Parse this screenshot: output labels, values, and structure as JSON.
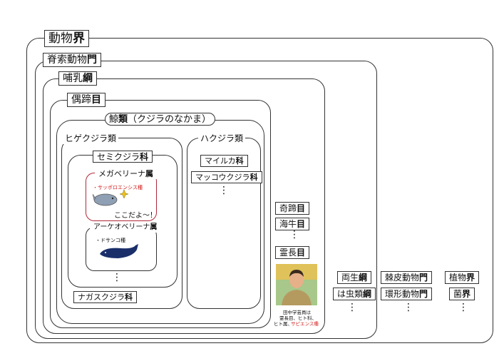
{
  "kingdom": {
    "name": "動物",
    "rank": "界"
  },
  "phylum": {
    "name": "脊索動物",
    "rank": "門"
  },
  "class": {
    "name": "哺乳",
    "rank": "綱"
  },
  "order": {
    "name": "偶蹄",
    "rank": "目"
  },
  "whales": {
    "name": "鯨",
    "rank": "類",
    "note": "（クジラのなかま）"
  },
  "baleen": {
    "label": "ヒゲクジラ類"
  },
  "toothed": {
    "label": "ハクジラ類"
  },
  "right_whale": {
    "name": "セミクジラ",
    "rank": "科"
  },
  "megabalaena": {
    "name": "メガベリーナ",
    "rank": "属",
    "species": "・サッポロエンシス種",
    "speech": "ここだよ～！"
  },
  "archaeobalaena": {
    "name": "アーケオベリーナ",
    "rank": "属",
    "species": "・ドサンコ種"
  },
  "rorqual": {
    "name": "ナガスクジラ",
    "rank": "科"
  },
  "dolphin": {
    "name": "マイルカ",
    "rank": "科"
  },
  "sperm": {
    "name": "マッコウクジラ",
    "rank": "科"
  },
  "orders": [
    {
      "name": "奇蹄",
      "rank": "目"
    },
    {
      "name": "海牛",
      "rank": "目"
    },
    {
      "name": "霊長",
      "rank": "目"
    }
  ],
  "caption": {
    "line1": "田中学芸員は",
    "line2": "霊長目、ヒト科、",
    "line3": "ヒト属、",
    "line3_red": "サピエンス種"
  },
  "classes": [
    {
      "name": "両生",
      "rank": "綱"
    },
    {
      "name": "は虫類",
      "rank": "綱"
    }
  ],
  "phyla": [
    {
      "name": "棘皮動物",
      "rank": "門"
    },
    {
      "name": "環形動物",
      "rank": "門"
    }
  ],
  "kingdoms": [
    {
      "name": "植物",
      "rank": "界"
    },
    {
      "name": "菌",
      "rank": "界"
    }
  ],
  "ellipsis": "⋮",
  "colors": {
    "highlight": "#d21b1b",
    "whale_blue": "#1a2f6a",
    "line": "#333333"
  }
}
